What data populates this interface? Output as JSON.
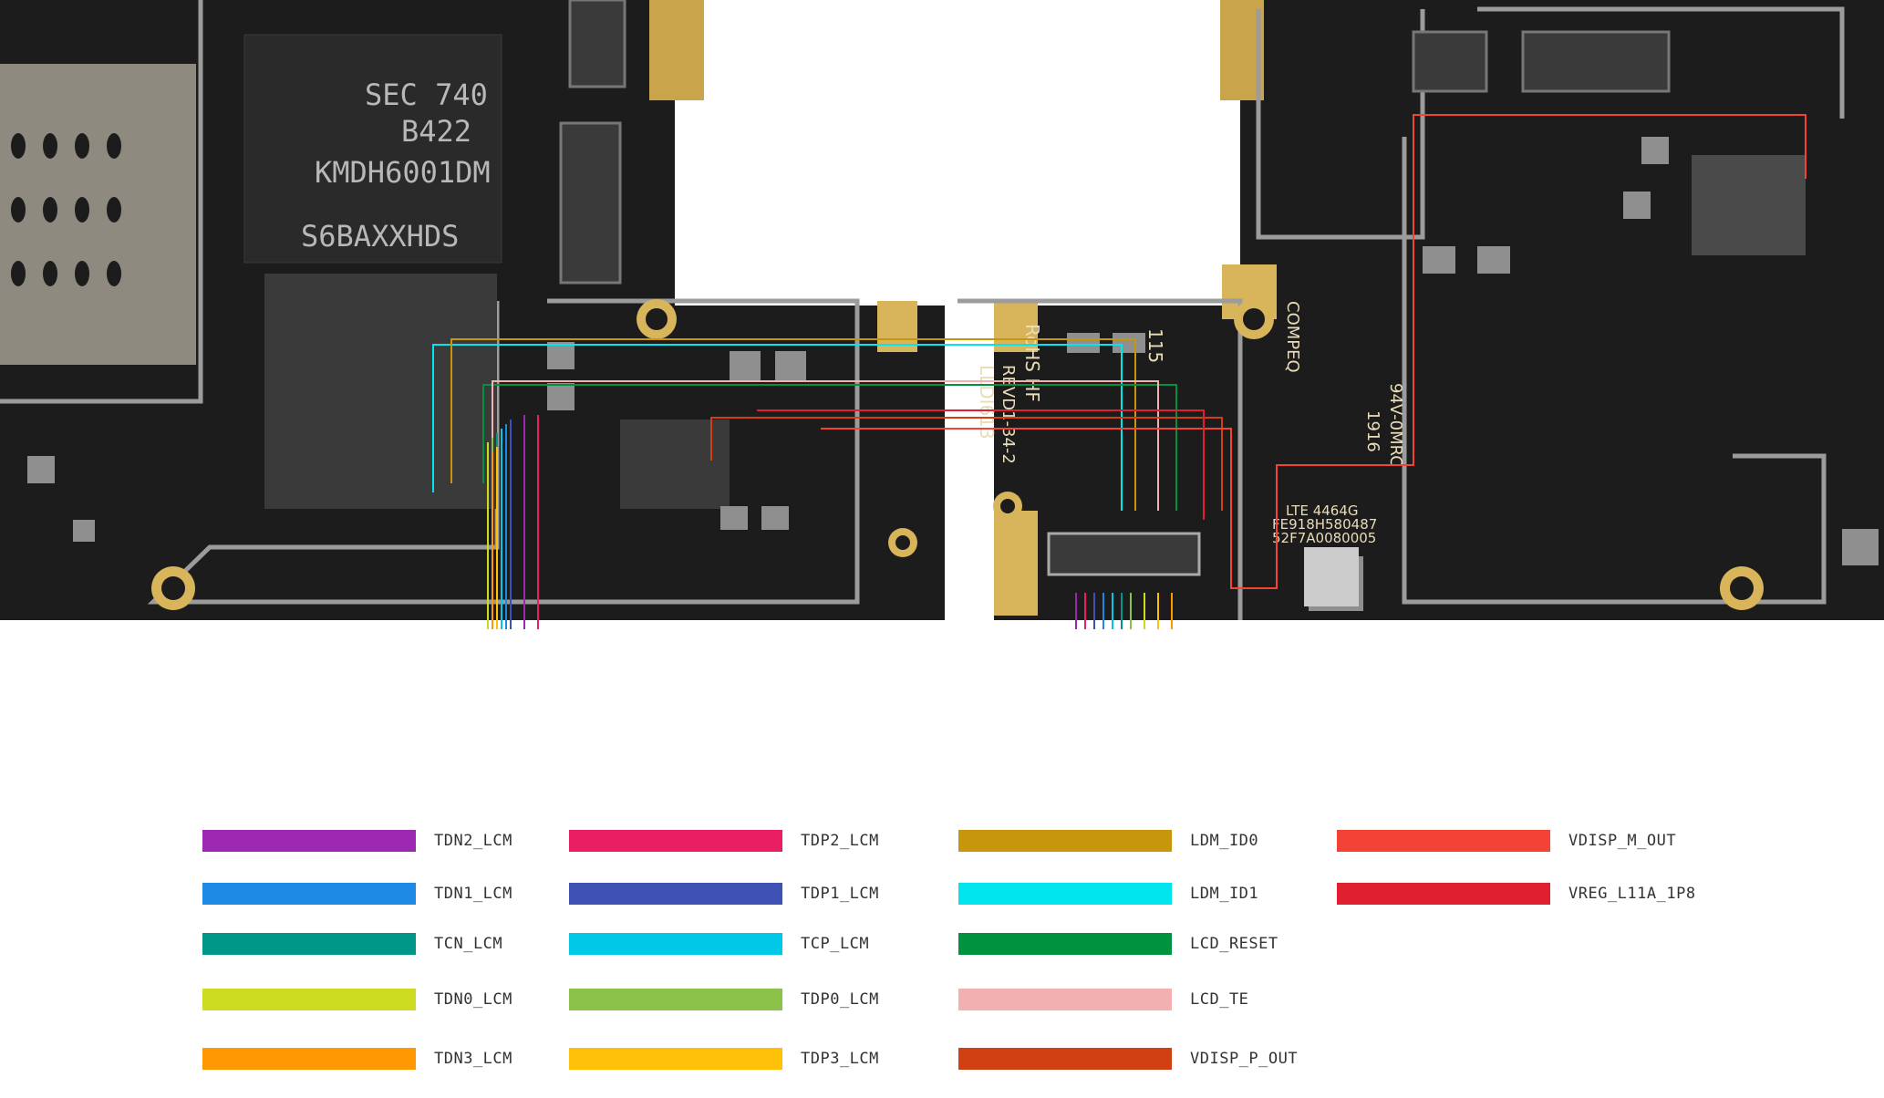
{
  "board": {
    "cpu_marking": [
      "SEC 740",
      "B422",
      "KMDH6001DM",
      "S6BAXXHDS"
    ],
    "silkscreen": [
      "RoHS HF",
      "LLDI613",
      "REVD1-34-2",
      "115",
      "COMPEQ",
      "94V-0MRC",
      "1916",
      "LTE 4464G",
      "FE918H580487",
      "52F7A0080005"
    ]
  },
  "legend": [
    {
      "name": "TDN2_LCM",
      "color": "#9c27b0"
    },
    {
      "name": "TDP2_LCM",
      "color": "#e91e63"
    },
    {
      "name": "LDM_ID0",
      "color": "#c8960a"
    },
    {
      "name": "VDISP_M_OUT",
      "color": "#f44336"
    },
    {
      "name": "TDN1_LCM",
      "color": "#1e88e5"
    },
    {
      "name": "TDP1_LCM",
      "color": "#3f51b5"
    },
    {
      "name": "LDM_ID1",
      "color": "#00e5ee"
    },
    {
      "name": "VREG_L11A_1P8",
      "color": "#e02030"
    },
    {
      "name": "TCN_LCM",
      "color": "#009688"
    },
    {
      "name": "TCP_LCM",
      "color": "#00c8e6"
    },
    {
      "name": "LCD_RESET",
      "color": "#00923f"
    },
    {
      "name": "TDN0_LCM",
      "color": "#cddc20"
    },
    {
      "name": "TDP0_LCM",
      "color": "#8bc34a"
    },
    {
      "name": "LCD_TE",
      "color": "#f2b0b0"
    },
    {
      "name": "TDN3_LCM",
      "color": "#ff9800"
    },
    {
      "name": "TDP3_LCM",
      "color": "#ffc107"
    },
    {
      "name": "VDISP_P_OUT",
      "color": "#d04010"
    }
  ]
}
